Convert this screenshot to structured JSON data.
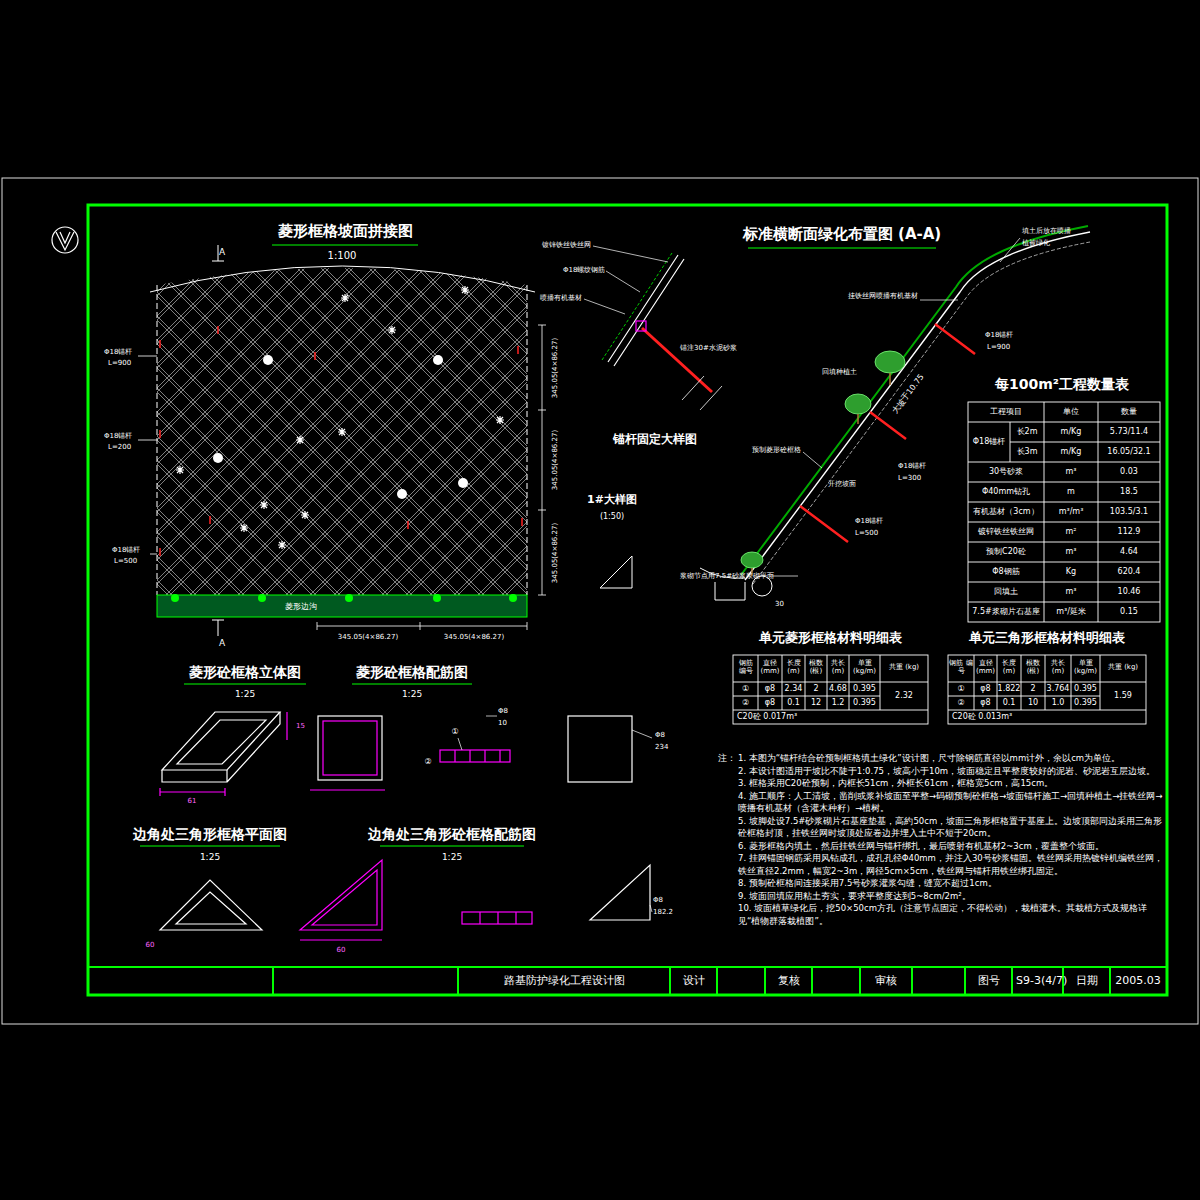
{
  "diagram": {
    "nodes": [
      {
        "text": [
          "菱形边沟"
        ]
      },
      {
        "text": [
          "路基防护绿化工程设计图"
        ]
      },
      {
        "text": [
          "设计"
        ]
      },
      {
        "text": [
          "复核"
        ]
      },
      {
        "text": [
          "审核"
        ]
      },
      {
        "text": [
          "图号"
        ]
      },
      {
        "text": [
          "S9-3(4/7)"
        ]
      },
      {
        "text": [
          "日期"
        ]
      },
      {
        "text": [
          "2005.03"
        ]
      }
    ],
    "labels": [
      "菱形框格坡面拼接图",
      "1:100",
      "A",
      "A",
      "Φ18锚杆",
      "L=900",
      "Φ18锚杆",
      "L=200",
      "Φ18锚杆",
      "L=500",
      "345.05(4×86.27)",
      "345.05(4×86.27)",
      "345.05(4×86.27)",
      "345.05(4×86.27)",
      "345.05(4×86.27)",
      "镀锌铁丝铁丝网",
      "Φ18螺纹钢筋",
      "喷播有机基材",
      "锚注30#水泥砂浆",
      "锚杆固定大样图",
      "1#大样图",
      "(1:50)",
      "标准横断面绿化布置图 (A-A)",
      "填土后放在喷播",
      "植被绿化",
      "挂铁丝网喷播有机基材",
      "Φ18锚杆",
      "L=900",
      "回填种植土",
      "大坡于10.75",
      "预制菱形砼框格",
      "开挖坡面",
      "Φ18锚杆",
      "L=300",
      "Φ18锚杆",
      "L=500",
      "浆砌节点用7.5#砂浆浆砌平面",
      "30",
      "每100m²工程数量表",
      "工程项目",
      "单位",
      "数量",
      "Φ18锚杆",
      "长2m",
      "m/Kg",
      "5.73/11.4",
      "长3m",
      "m/Kg",
      "16.05/32.1",
      "30号砂浆",
      "m³",
      "0.03",
      "Φ40mm钻孔",
      "m",
      "18.5",
      "有机基材（3cm）",
      "m³/m³",
      "103.5/3.1",
      "镀锌铁丝铁丝网",
      "m²",
      "112.9",
      "预制C20砼",
      "m³",
      "4.64",
      "Φ8钢筋",
      "Kg",
      "620.4",
      "回填土",
      "m³",
      "10.46",
      "7.5#浆砌片石基座",
      "m³/延米",
      "0.15",
      "单元菱形框格材料明细表",
      "钢筋 编号",
      "直径 (mm)",
      "长度 (m)",
      "根数 (根)",
      "共长 (m)",
      "单重 (kg/m)",
      "共重 (kg)",
      "①",
      "φ8",
      "2.34",
      "2",
      "4.68",
      "0.395",
      "2.32",
      "②",
      "φ8",
      "0.1",
      "12",
      "1.2",
      "0.395",
      "C20砼 0.017m³",
      "单元三角形框格材料明细表",
      "钢筋 编号",
      "直径 (mm)",
      "长度 (m)",
      "根数 (根)",
      "共长 (m)",
      "单重 (kg/m)",
      "共重 (kg)",
      "①",
      "φ8",
      "1.822",
      "2",
      "3.764",
      "0.395",
      "1.59",
      "②",
      "φ8",
      "0.1",
      "10",
      "1.0",
      "0.395",
      "C20砼 0.013m³",
      "菱形砼框格立体图",
      "1:25",
      "菱形砼框格配筋图",
      "1:25",
      "边角处三角形框格平面图",
      "1:25",
      "边角处三角形砼框格配筋图",
      "1:25",
      "61",
      "15",
      "Φ8",
      "10",
      "①",
      "②",
      "Φ8",
      "234",
      "Φ8",
      "182.2",
      "60",
      "60",
      "注：",
      "1. 本图为“锚杆结合砼预制框格填土绿化”设计图，尺寸除钢筋直径以mm计外，余以cm为单位。",
      "2. 本设计图适用于坡比不陡于1:0.75，坡高小于10m，坡面稳定且平整度较好的泥岩、砂泥岩互层边坡。",
      "3. 框格采用C20砼预制，内框长51cm，外框长61cm，框格宽5cm，高15cm。",
      "4. 施工顺序：人工清坡，凿削或浆补坡面至平整→码砌预制砼框格→坡面锚杆施工→回填种植土→挂铁丝网→喷播有机基材（含灌木种籽）→植树。",
      "5. 坡脚处设7.5#砂浆砌片石基座垫基，高約50cm，坡面三角形框格置于基座上。边坡顶部同边采用三角形砼框格封顶，挂铁丝网时坡顶处应卷边并埋入土中不短于20cm。",
      "6. 菱形框格内填土，然后挂铁丝网与锚杆绑扎，最后喷射有机基材2~3cm，覆盖整个坡面。",
      "7. 挂网锚固钢筋采用风钻成孔，成孔孔径Φ40mm，并注入30号砂浆锚固。铁丝网采用热镀锌机编铁丝网，铁丝直径2.2mm，幅宽2~3m，网径5cm×5cm，铁丝网与锚杆用铁丝绑孔固定。",
      "8. 预制砼框格间连接采用7.5号砂浆灌浆勾缝，缝宽不超过1cm。",
      "9. 坡面回填应用粘土夯实，要求平整度达到5~8cm/2m²。",
      "10. 坡面植草绿化后，挖50×50cm方孔（注意节点固定，不得松动），栽植灌木。其栽植方式及规格详见“植物群落栽植图”。"
    ]
  }
}
